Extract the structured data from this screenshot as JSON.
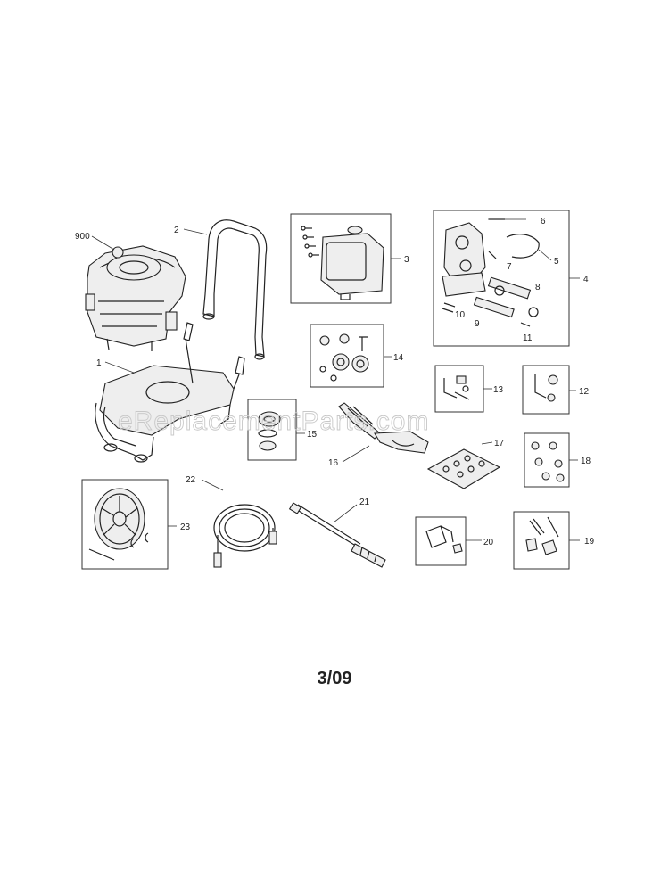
{
  "watermark": "eReplacementParts.com",
  "date_code": "3/09",
  "callouts": {
    "c900": "900",
    "c1": "1",
    "c2": "2",
    "c3": "3",
    "c4": "4",
    "c5": "5",
    "c6": "6",
    "c7": "7",
    "c8": "8",
    "c9": "9",
    "c10": "10",
    "c11": "11",
    "c12": "12",
    "c13": "13",
    "c14": "14",
    "c15": "15",
    "c16": "16",
    "c17": "17",
    "c18": "18",
    "c19": "19",
    "c20": "20",
    "c21": "21",
    "c22": "22",
    "c23": "23"
  }
}
